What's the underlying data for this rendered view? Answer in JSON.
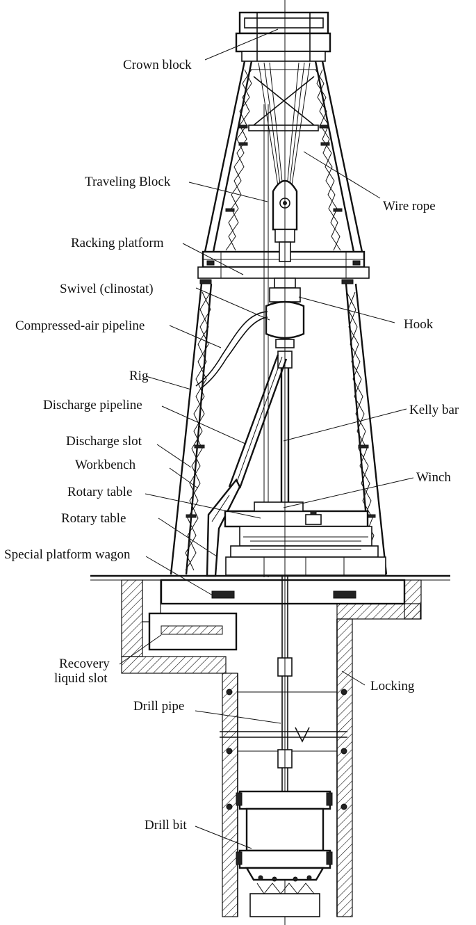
{
  "colors": {
    "ink": "#111111",
    "background": "#ffffff"
  },
  "labels": {
    "crown_block": "Crown block",
    "traveling_block": "Traveling Block",
    "wire_rope": "Wire rope",
    "racking_platform": "Racking platform",
    "swivel": "Swivel (clinostat)",
    "hook": "Hook",
    "compressed_air_pipeline": "Compressed-air pipeline",
    "rig": "Rig",
    "discharge_pipeline": "Discharge pipeline",
    "kelly_bar": "Kelly bar",
    "discharge_slot": "Discharge slot",
    "workbench": "Workbench",
    "winch": "Winch",
    "rotary_table_1": "Rotary table",
    "rotary_table_2": "Rotary table",
    "special_platform_wagon": "Special platform wagon",
    "recovery_liquid_slot_line1": "Recovery",
    "recovery_liquid_slot_line2": "liquid slot",
    "locking": "Locking",
    "drill_pipe": "Drill pipe",
    "drill_bit": "Drill bit"
  }
}
